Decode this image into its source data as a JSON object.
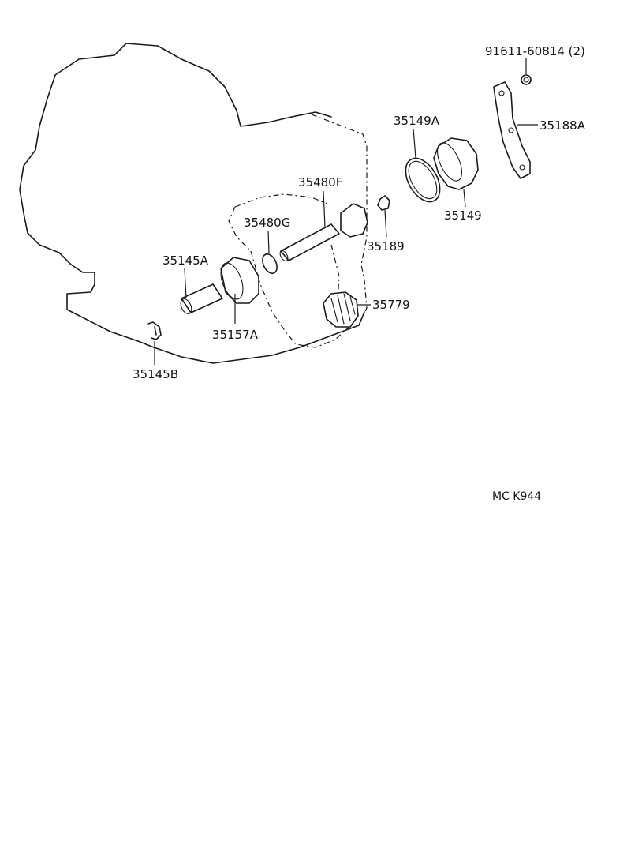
{
  "parts": {
    "p91611": "91611-60814 (2)",
    "p35188A": "35188A",
    "p35149A": "35149A",
    "p35149": "35149",
    "p35480F": "35480F",
    "p35480G": "35480G",
    "p35189": "35189",
    "p35145A": "35145A",
    "p35779": "35779",
    "p35157A": "35157A",
    "p35145B": "35145B"
  },
  "diagram_ref": "MC K944"
}
